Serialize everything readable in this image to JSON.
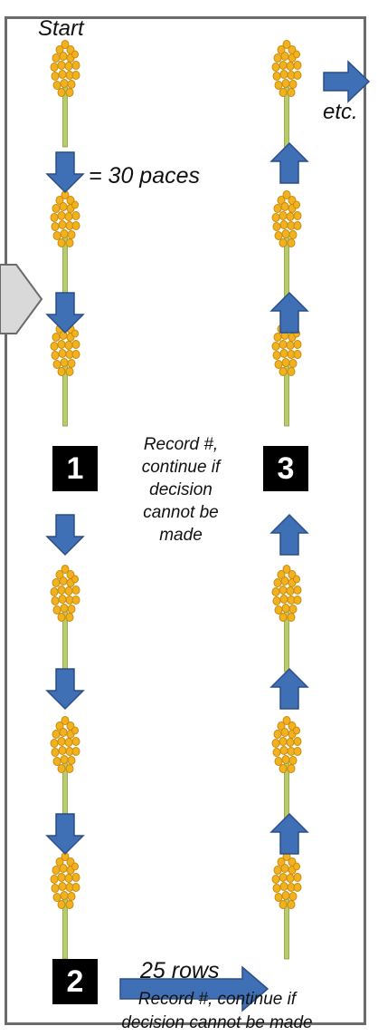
{
  "labels": {
    "start": "Start",
    "paces": "= 30 paces",
    "etc": "etc.",
    "rows": "25 rows"
  },
  "notes": {
    "record_1": "Record #, continue if decision cannot be made",
    "record_2": "Record #, continue if decision cannot be made"
  },
  "checkpoints": [
    "1",
    "2",
    "3"
  ],
  "colors": {
    "arrow_fill": "#3f6fb4",
    "arrow_stroke": "#2a4f86",
    "grain": "#f2b11f",
    "grain_outline": "#c98a0c",
    "stem": "#b8cc6a",
    "frame": "#6b6b6b"
  },
  "icons": {
    "plant": "sorghum-head-icon",
    "arrow": "block-arrow-icon"
  }
}
